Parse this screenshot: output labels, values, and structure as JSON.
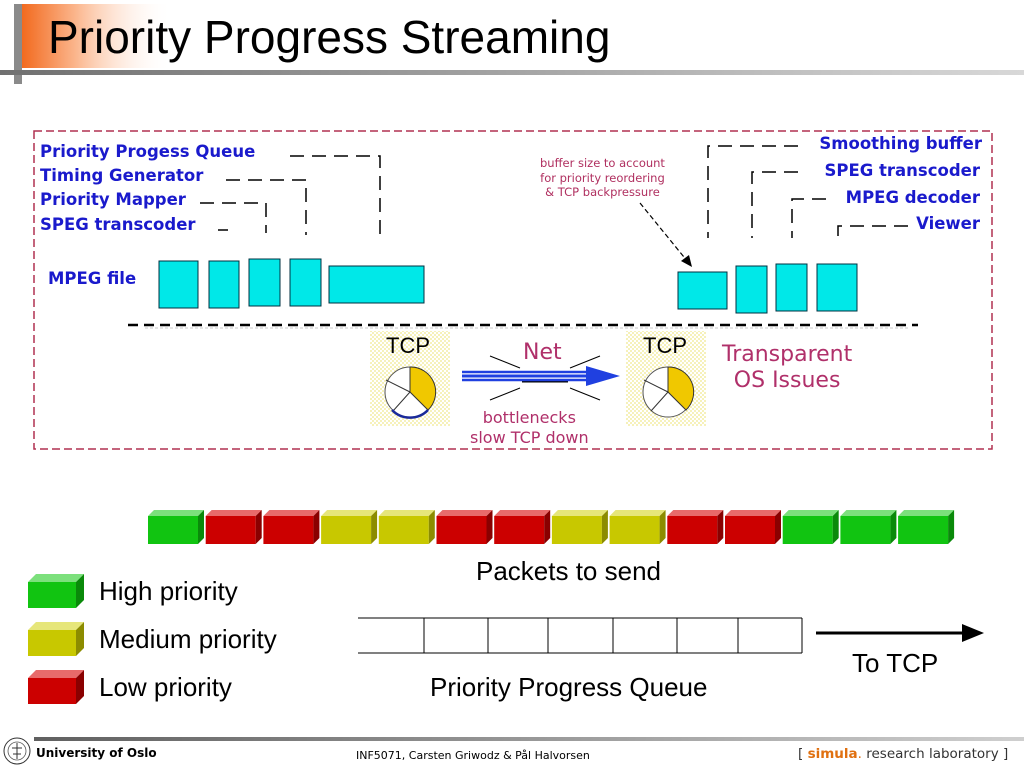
{
  "slide": {
    "title": "Priority Progress Streaming"
  },
  "sender": {
    "labels": [
      "Priority Progess Queue",
      "Timing Generator",
      "Priority Mapper",
      "SPEG transcoder"
    ],
    "mpeg_file": "MPEG file"
  },
  "receiver": {
    "labels": [
      "Smoothing buffer",
      "SPEG transcoder",
      "MPEG decoder",
      "Viewer"
    ],
    "buffer_note": [
      "buffer size to account",
      "for priority reordering",
      "& TCP backpressure"
    ]
  },
  "network": {
    "tcp_left": "TCP",
    "tcp_right": "TCP",
    "net": "Net",
    "bottleneck_note": [
      "bottlenecks",
      "slow TCP down"
    ],
    "os_issues": [
      "Transparent",
      "OS Issues"
    ]
  },
  "packets": {
    "caption": "Packets to send",
    "sequence": [
      "high",
      "low",
      "low",
      "medium",
      "medium",
      "low",
      "low",
      "medium",
      "medium",
      "low",
      "low",
      "high",
      "high",
      "high"
    ]
  },
  "legend": {
    "items": [
      {
        "level": "high",
        "label": "High priority"
      },
      {
        "level": "medium",
        "label": "Medium priority"
      },
      {
        "level": "low",
        "label": "Low priority"
      }
    ]
  },
  "queue": {
    "caption": "Priority Progress Queue",
    "to_tcp": "To TCP"
  },
  "colors": {
    "high": "#11c411",
    "medium": "#c8c800",
    "low": "#cc0000",
    "buffer": "#00e8e8",
    "label_blue": "#1a1acc",
    "accent_magenta": "#b0306a"
  },
  "footer": {
    "university": "University of Oslo",
    "course": "INF5071, Carsten Griwodz & Pål Halvorsen",
    "lab_open": "[",
    "lab_name": "simula",
    "lab_dot": ".",
    "lab_rest": "research laboratory",
    "lab_close": "]"
  }
}
